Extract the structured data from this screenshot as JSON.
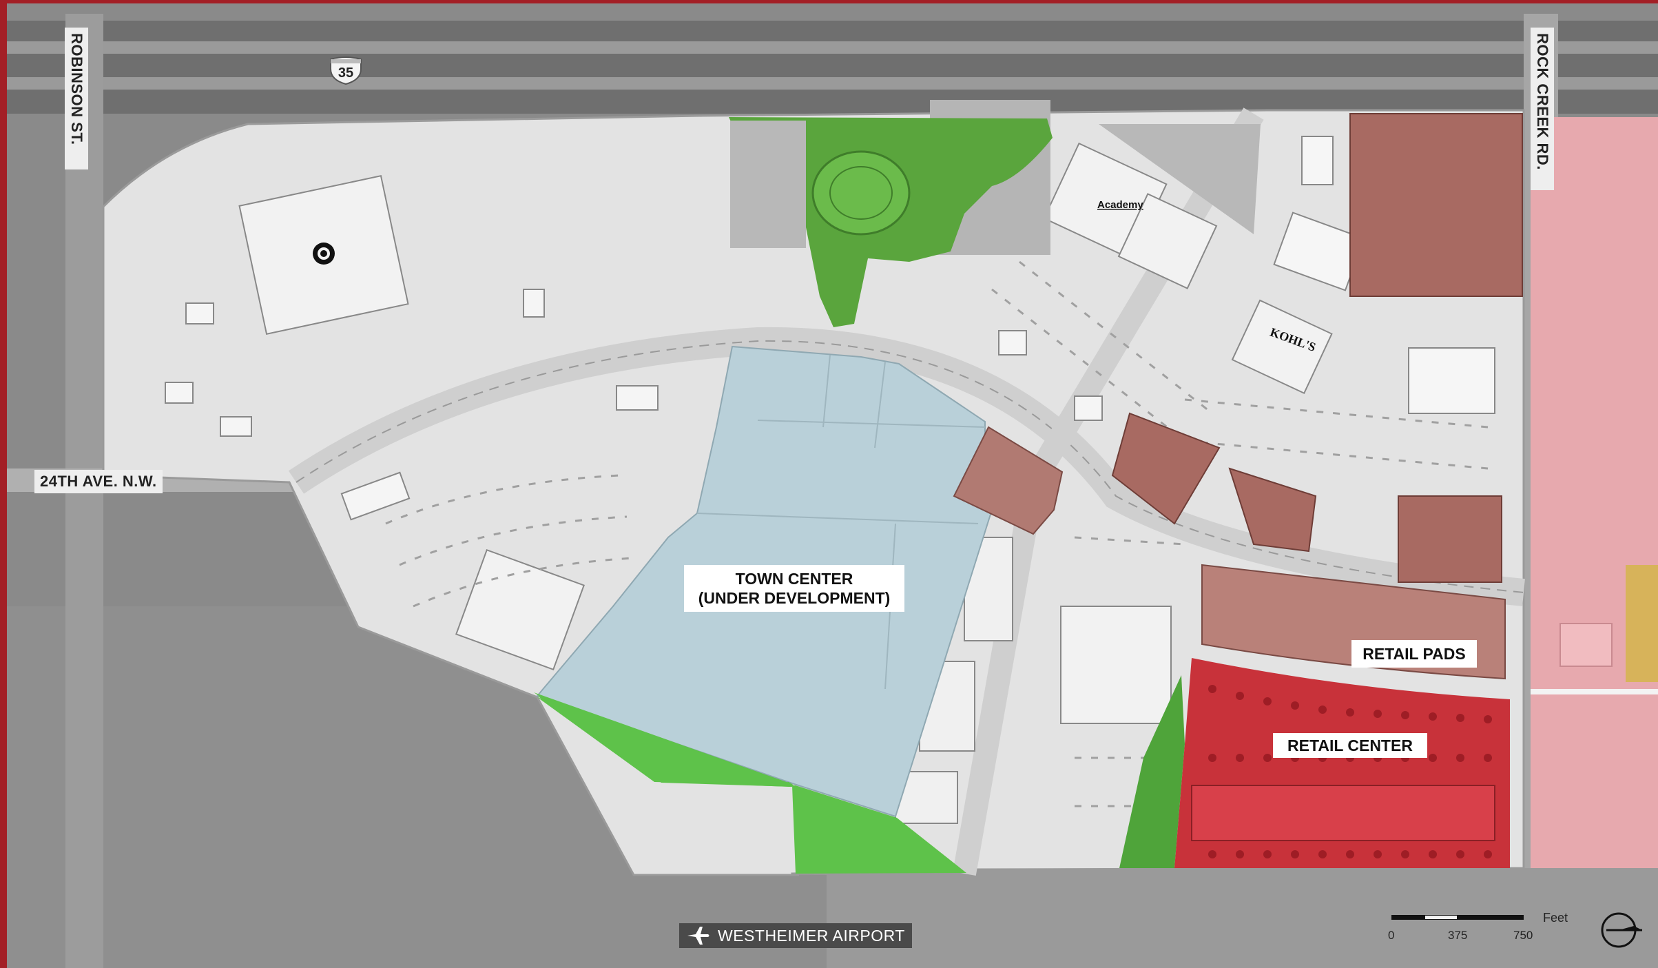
{
  "zones": {
    "town_center": {
      "label_line1": "TOWN CENTER",
      "label_line2": "(UNDER DEVELOPMENT)"
    },
    "retail_pads": {
      "label": "RETAIL PADS"
    },
    "retail_center": {
      "label": "RETAIL CENTER"
    }
  },
  "roads": {
    "robinson": "ROBINSON ST.",
    "rock_creek": "ROCK CREEK RD.",
    "avenue_24th": "24TH AVE. N.W.",
    "interstate_number": "35"
  },
  "stores": {
    "academy": "Academy",
    "kohls": "KOHL'S"
  },
  "airport": {
    "label": "WESTHEIMER AIRPORT",
    "icon": "airplane-icon"
  },
  "scale_bar": {
    "unit": "Feet",
    "ticks": [
      "0",
      "375",
      "750"
    ]
  },
  "compass": {
    "icon": "north-arrow-icon"
  },
  "colors": {
    "town_center": "#b9d0d9",
    "retail_center": "#c8323a",
    "retail_pads": "#b97a72",
    "developed_brown": "#a86a62",
    "green_space": "#5ba83f",
    "residential_pink": "#eaa3aa",
    "frame_red": "#a31f26",
    "existing_buildings": "#e6e6e6"
  }
}
